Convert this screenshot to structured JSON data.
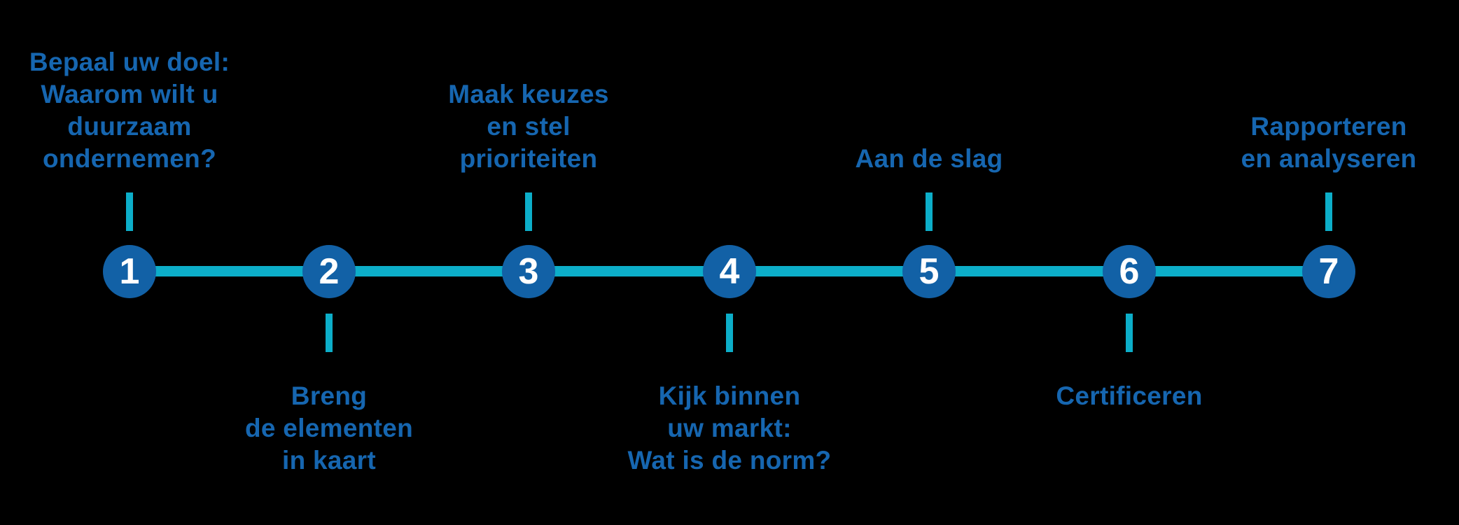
{
  "diagram": {
    "type": "timeline",
    "background": "#000000",
    "colors": {
      "circle_fill": "#1261a6",
      "line_teal": "#0caec9",
      "label_text": "#1666b0",
      "number_text": "#ffffff"
    },
    "steps": [
      {
        "number": "1",
        "label": "Bepaal uw doel:\nWaarom wilt u\nduurzaam\nondernemen?",
        "label_position": "above"
      },
      {
        "number": "2",
        "label": "Breng\nde elementen\nin kaart",
        "label_position": "below"
      },
      {
        "number": "3",
        "label": "Maak keuzes\nen stel\nprioriteiten",
        "label_position": "above"
      },
      {
        "number": "4",
        "label": "Kijk binnen\nuw markt:\nWat is de norm?",
        "label_position": "below"
      },
      {
        "number": "5",
        "label": "Aan de slag",
        "label_position": "above"
      },
      {
        "number": "6",
        "label": "Certificeren",
        "label_position": "below"
      },
      {
        "number": "7",
        "label": "Rapporteren\nen analyseren",
        "label_position": "above"
      }
    ]
  }
}
